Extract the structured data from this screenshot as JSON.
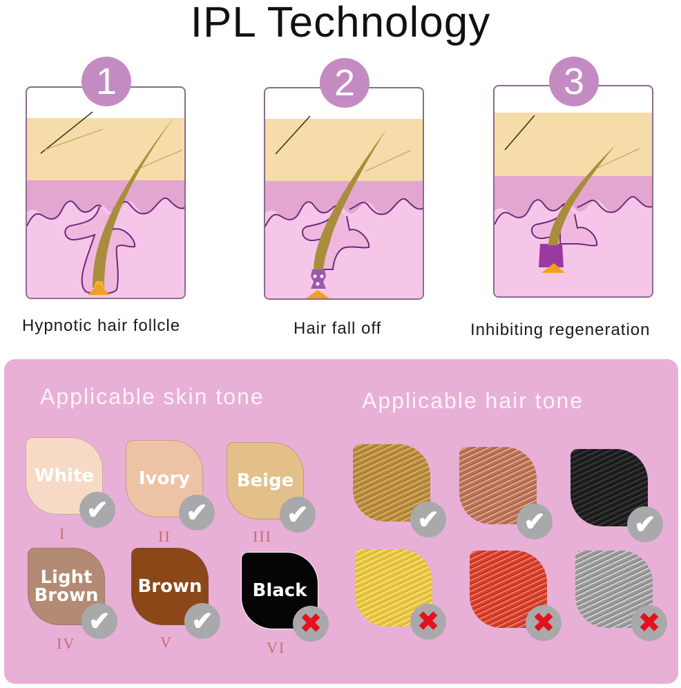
{
  "title": "IPL Technology",
  "steps": [
    {
      "number": "1",
      "caption": "Hypnotic hair follcle"
    },
    {
      "number": "2",
      "caption": "Hair fall off"
    },
    {
      "number": "3",
      "caption": "Inhibiting regeneration"
    }
  ],
  "skin": {
    "title": "Applicable skin tone",
    "items": [
      {
        "label": "White",
        "roman": "I",
        "color": "#f6dac6",
        "applicable": true,
        "mark": "✔"
      },
      {
        "label": "Ivory",
        "roman": "II",
        "color": "#edc3a6",
        "applicable": true,
        "mark": "✔"
      },
      {
        "label": "Beige",
        "roman": "III",
        "color": "#e3c08a",
        "applicable": true,
        "mark": "✔"
      },
      {
        "label": "Light Brown",
        "roman": "IV",
        "color": "#b38a73",
        "applicable": true,
        "mark": "✔"
      },
      {
        "label": "Brown",
        "roman": "V",
        "color": "#8c4718",
        "applicable": true,
        "mark": "✔"
      },
      {
        "label": "Black",
        "roman": "VI",
        "color": "#050505",
        "applicable": false,
        "mark": "✖"
      }
    ]
  },
  "hair": {
    "title": "Applicable hair tone",
    "items": [
      {
        "name": "golden-brown",
        "colors": [
          "#b88a3c",
          "#d8b06a"
        ],
        "applicable": true,
        "mark": "✔"
      },
      {
        "name": "strawberry-blonde",
        "colors": [
          "#b97358",
          "#e0a888"
        ],
        "applicable": true,
        "mark": "✔"
      },
      {
        "name": "black",
        "colors": [
          "#1f1f1f",
          "#3a3a3a"
        ],
        "applicable": true,
        "mark": "✔"
      },
      {
        "name": "blonde",
        "colors": [
          "#e9c640",
          "#f6e27a"
        ],
        "applicable": false,
        "mark": "✖"
      },
      {
        "name": "red",
        "colors": [
          "#d6402e",
          "#f07a60"
        ],
        "applicable": false,
        "mark": "✖"
      },
      {
        "name": "grey",
        "colors": [
          "#9a9a9a",
          "#cfcfcf"
        ],
        "applicable": false,
        "mark": "✖"
      }
    ]
  },
  "colors": {
    "badge": "#c48bc2",
    "panel": "#e8b0d6",
    "skin_layer": "#f5dca8",
    "dermis": "#f5c6e8",
    "dermis_top": "#e2a6d0",
    "outline": "#6a2a7a",
    "reject": "#e3121c"
  }
}
